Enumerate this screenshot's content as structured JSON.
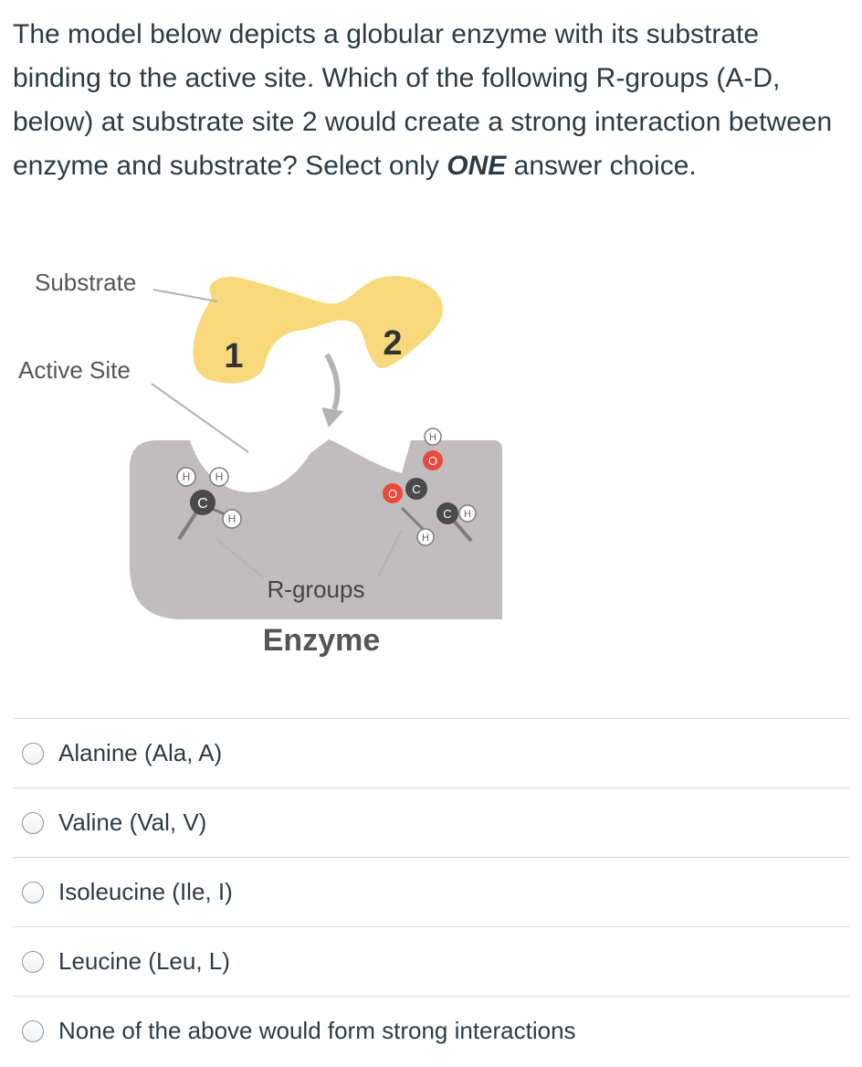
{
  "question": {
    "text_before": "The model below depicts a globular enzyme with its substrate binding to the active site. Which of the following R-groups (A-D, below) at substrate site 2 would create a strong interaction between enzyme and substrate? Select only ",
    "emphasis": "ONE",
    "text_after": " answer choice."
  },
  "figure": {
    "label_substrate": "Substrate",
    "label_active_site": "Active Site",
    "site_1": "1",
    "site_2": "2",
    "label_rgroups": "R-groups",
    "label_enzyme": "Enzyme",
    "atoms": {
      "carbon": "C",
      "hydrogen": "H",
      "oxygen": "O"
    },
    "colors": {
      "substrate": "#f7d97c",
      "enzyme": "#c1bcbd",
      "carbon": "#4a4a4a",
      "oxygen": "#e84a3b",
      "hydrogen": "#ffffff"
    }
  },
  "answers": [
    {
      "label": "Alanine (Ala, A)"
    },
    {
      "label": "Valine (Val, V)"
    },
    {
      "label": "Isoleucine (Ile, I)"
    },
    {
      "label": "Leucine (Leu, L)"
    },
    {
      "label": "None of the above would form strong interactions"
    }
  ]
}
